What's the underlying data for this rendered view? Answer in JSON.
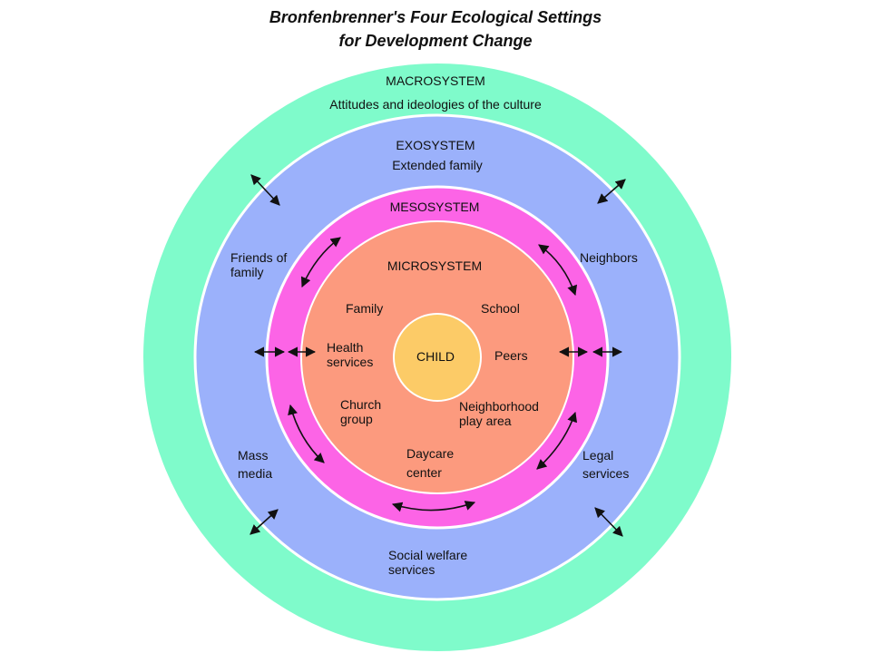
{
  "title": {
    "line1": "Bronfenbrenner's Four Ecological Settings",
    "line2": "for Development Change"
  },
  "colors": {
    "macrosystem": "#7ffbcb",
    "exosystem": "#9bb1fb",
    "mesosystem": "#fc64e6",
    "microsystem": "#fc9a7e",
    "child": "#fccb67",
    "arrow": "#111111"
  },
  "macrosystem": {
    "name": "MACROSYSTEM",
    "description": "Attitudes and ideologies of the culture"
  },
  "exosystem": {
    "name": "EXOSYSTEM",
    "items": {
      "extended_family": "Extended family",
      "friends_of_family": [
        "Friends of",
        "family"
      ],
      "neighbors": "Neighbors",
      "mass_media": [
        "Mass",
        "media"
      ],
      "legal_services": [
        "Legal",
        "services"
      ],
      "social_welfare": [
        "Social welfare",
        "services"
      ]
    }
  },
  "mesosystem": {
    "name": "MESOSYSTEM"
  },
  "microsystem": {
    "name": "MICROSYSTEM",
    "items": {
      "family": "Family",
      "school": "School",
      "health_services": [
        "Health",
        "services"
      ],
      "peers": "Peers",
      "church_group": [
        "Church",
        "group"
      ],
      "neighborhood": [
        "Neighborhood",
        "play area"
      ],
      "daycare": [
        "Daycare",
        "center"
      ]
    }
  },
  "child": {
    "label": "CHILD"
  }
}
